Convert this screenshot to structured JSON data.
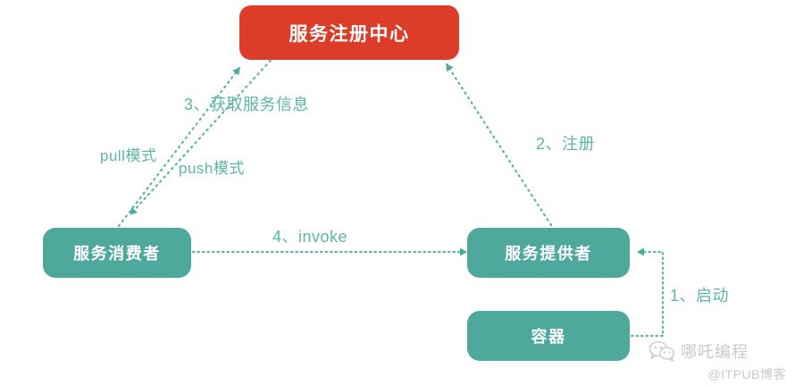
{
  "diagram": {
    "nodes": {
      "registry": {
        "label": "服务注册中心",
        "color": "#dc3c28"
      },
      "consumer": {
        "label": "服务消费者",
        "color": "#4fa89c"
      },
      "provider": {
        "label": "服务提供者",
        "color": "#4fa89c"
      },
      "container": {
        "label": "容器",
        "color": "#4fa89c"
      }
    },
    "edges": {
      "fetch": {
        "label": "3、获取服务信息"
      },
      "pull": {
        "label": "pull模式"
      },
      "push": {
        "label": "push模式"
      },
      "register": {
        "label": "2、注册"
      },
      "invoke": {
        "label": "4、invoke"
      },
      "start": {
        "label": "1、启动"
      }
    },
    "line_color": "#5cb5a8"
  },
  "watermark": {
    "icon": "wechat-icon",
    "name": "哪吒编程",
    "sub": "@ITPUB博客"
  }
}
